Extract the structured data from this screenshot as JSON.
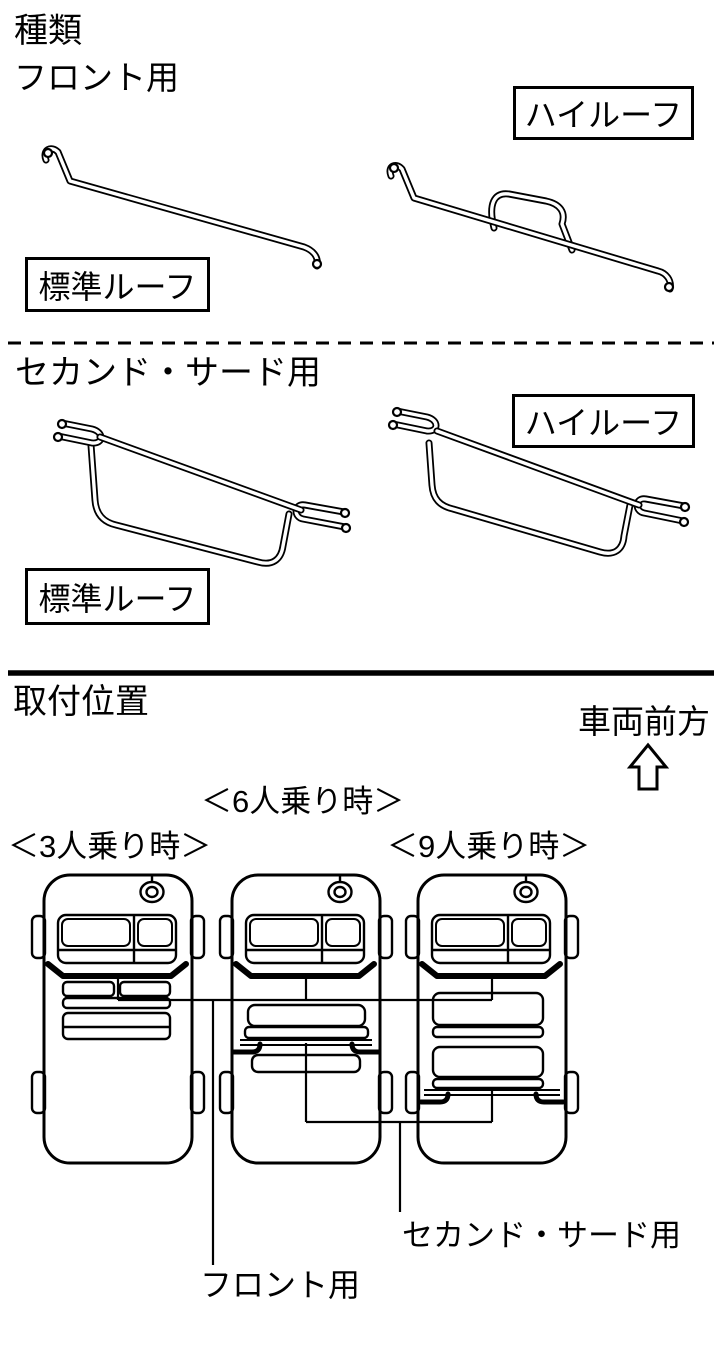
{
  "colors": {
    "ink": "#000000",
    "paper": "#ffffff"
  },
  "types_section": {
    "heading": "種類",
    "front": {
      "label": "フロント用",
      "standard_roof": "標準ルーフ",
      "high_roof": "ハイルーフ"
    },
    "second_third": {
      "label": "セカンド・サード用",
      "standard_roof": "標準ルーフ",
      "high_roof": "ハイルーフ"
    }
  },
  "mounting_section": {
    "heading": "取付位置",
    "vehicle_front_label": "車両前方",
    "seating_configs": {
      "three": "＜3人乗り時＞",
      "six": "＜6人乗り時＞",
      "nine": "＜9人乗り時＞"
    },
    "callouts": {
      "front": "フロント用",
      "second_third": "セカンド・サード用"
    }
  }
}
